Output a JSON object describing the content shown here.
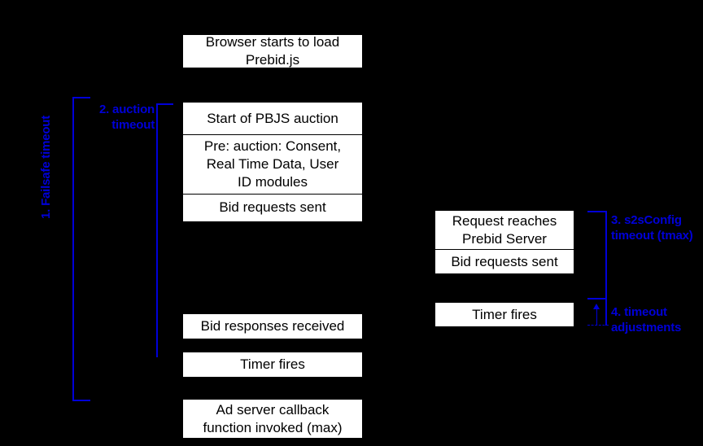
{
  "diagram": {
    "title": "Prebid timeout diagram",
    "background_color": "#000000",
    "box_fill": "#ffffff",
    "box_text_color": "#000000",
    "annotation_color": "#0000d8"
  },
  "client_flow": {
    "load_box": "Browser starts to load\nPrebid.js",
    "auction_stack": [
      "Start of PBJS auction",
      "Pre: auction: Consent,\nReal Time Data, User\nID modules",
      "Bid requests sent"
    ],
    "bid_responses": "Bid responses received",
    "timer_fires": "Timer fires",
    "ad_server_callback": "Ad server callback\nfunction invoked (max)"
  },
  "server_flow": {
    "request_stack": [
      "Request reaches\nPrebid Server",
      "Bid requests sent"
    ],
    "timer_fires": "Timer fires"
  },
  "annotations": {
    "failsafe": "1. Failsafe timeout",
    "auction": "2. auction\ntimeout",
    "s2s": "3. s2sConfig\ntimeout (tmax)",
    "adjustments": "4. timeout\nadjustments"
  }
}
